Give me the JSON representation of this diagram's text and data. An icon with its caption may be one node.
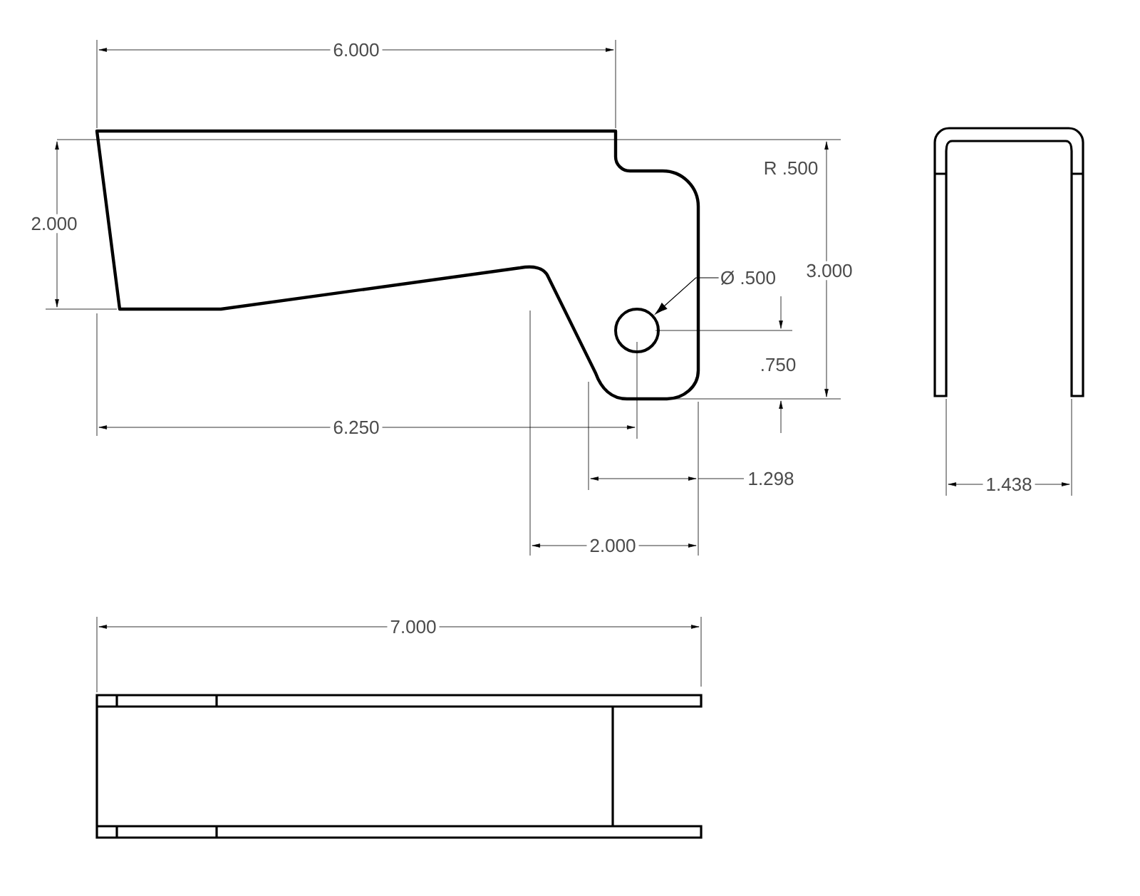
{
  "diagram": {
    "nodes": [
      {
        "text": [
          "Ø .500"
        ]
      },
      {
        "text": [],
        "shape": "circle"
      }
    ],
    "edges": [
      {
        "from": 0,
        "to": 1,
        "arrow": "to"
      }
    ],
    "labels": [
      "6.000",
      "R .500",
      "2.000",
      "3.000",
      ".750",
      "6.250",
      "1.298",
      "2.000",
      "1.438",
      "7.000"
    ]
  }
}
